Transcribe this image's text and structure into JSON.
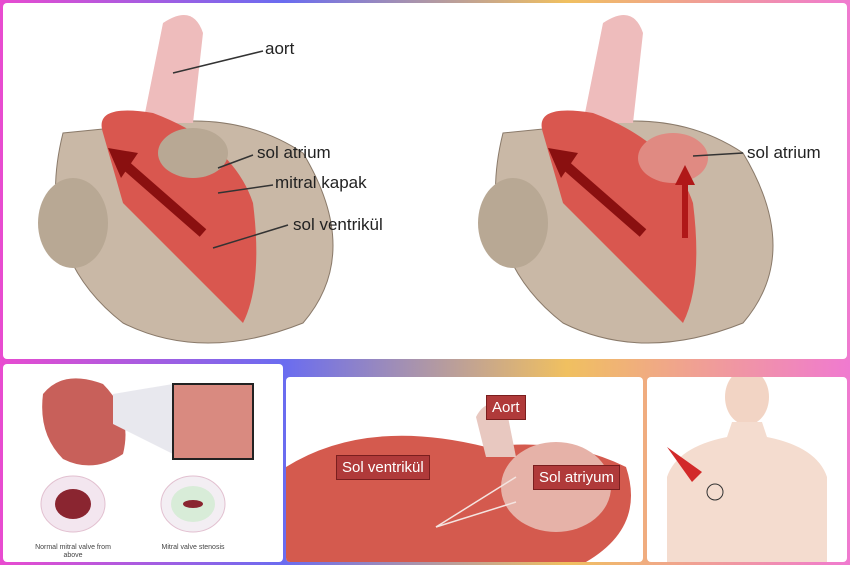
{
  "top_panel": {
    "left_labels": {
      "aorta": "aort",
      "left_atrium": "sol atrium",
      "mitral_valve": "mitral kapak",
      "left_ventricle": "sol ventrikül"
    },
    "right_labels": {
      "left_atrium": "sol atrium"
    }
  },
  "bottom_left": {
    "caption_normal": "Normal mitral valve from above",
    "caption_stenosis": "Mitral valve stenosis"
  },
  "bottom_middle": {
    "aorta": "Aort",
    "left_ventricle": "Sol ventrikül",
    "left_atrium": "Sol atriyum"
  },
  "colors": {
    "muscle": "#d9574f",
    "wall": "#c9b8a6",
    "tag": "#b03a3a"
  }
}
